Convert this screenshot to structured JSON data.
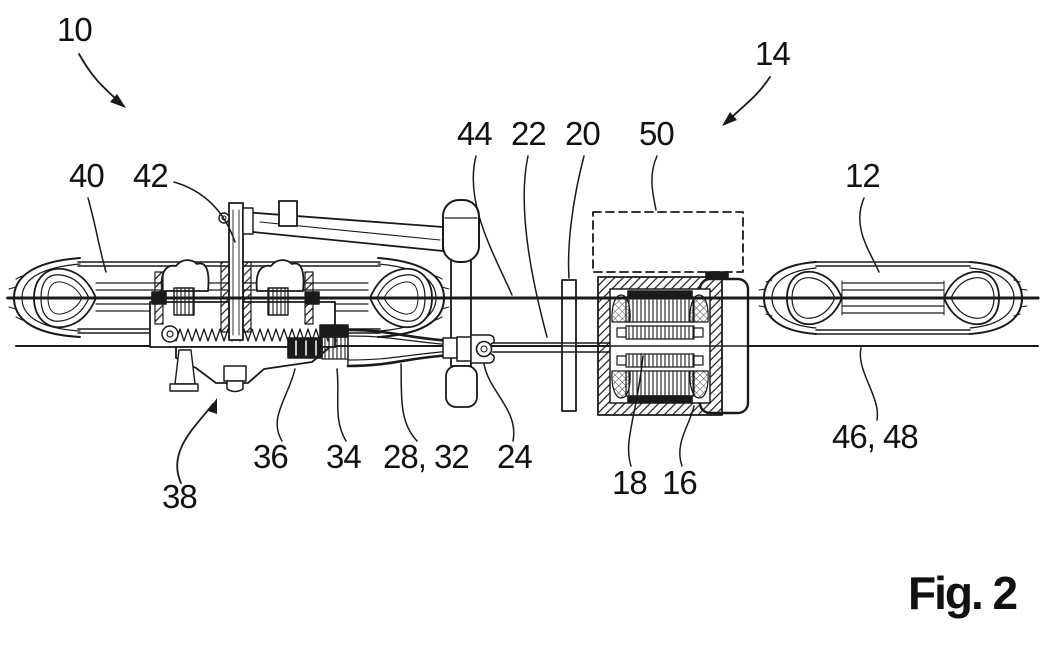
{
  "figure": {
    "caption": "Fig. 2",
    "background": "#ffffff",
    "line_color": "#1a1a1a",
    "labels": [
      {
        "text": "10"
      },
      {
        "text": "14"
      },
      {
        "text": "40"
      },
      {
        "text": "42"
      },
      {
        "text": "44"
      },
      {
        "text": "22"
      },
      {
        "text": "20"
      },
      {
        "text": "50"
      },
      {
        "text": "12"
      },
      {
        "text": "24"
      },
      {
        "text": "28, 32"
      },
      {
        "text": "34"
      },
      {
        "text": "36"
      },
      {
        "text": "38"
      },
      {
        "text": "18"
      },
      {
        "text": "16"
      },
      {
        "text": "46, 48"
      }
    ]
  }
}
